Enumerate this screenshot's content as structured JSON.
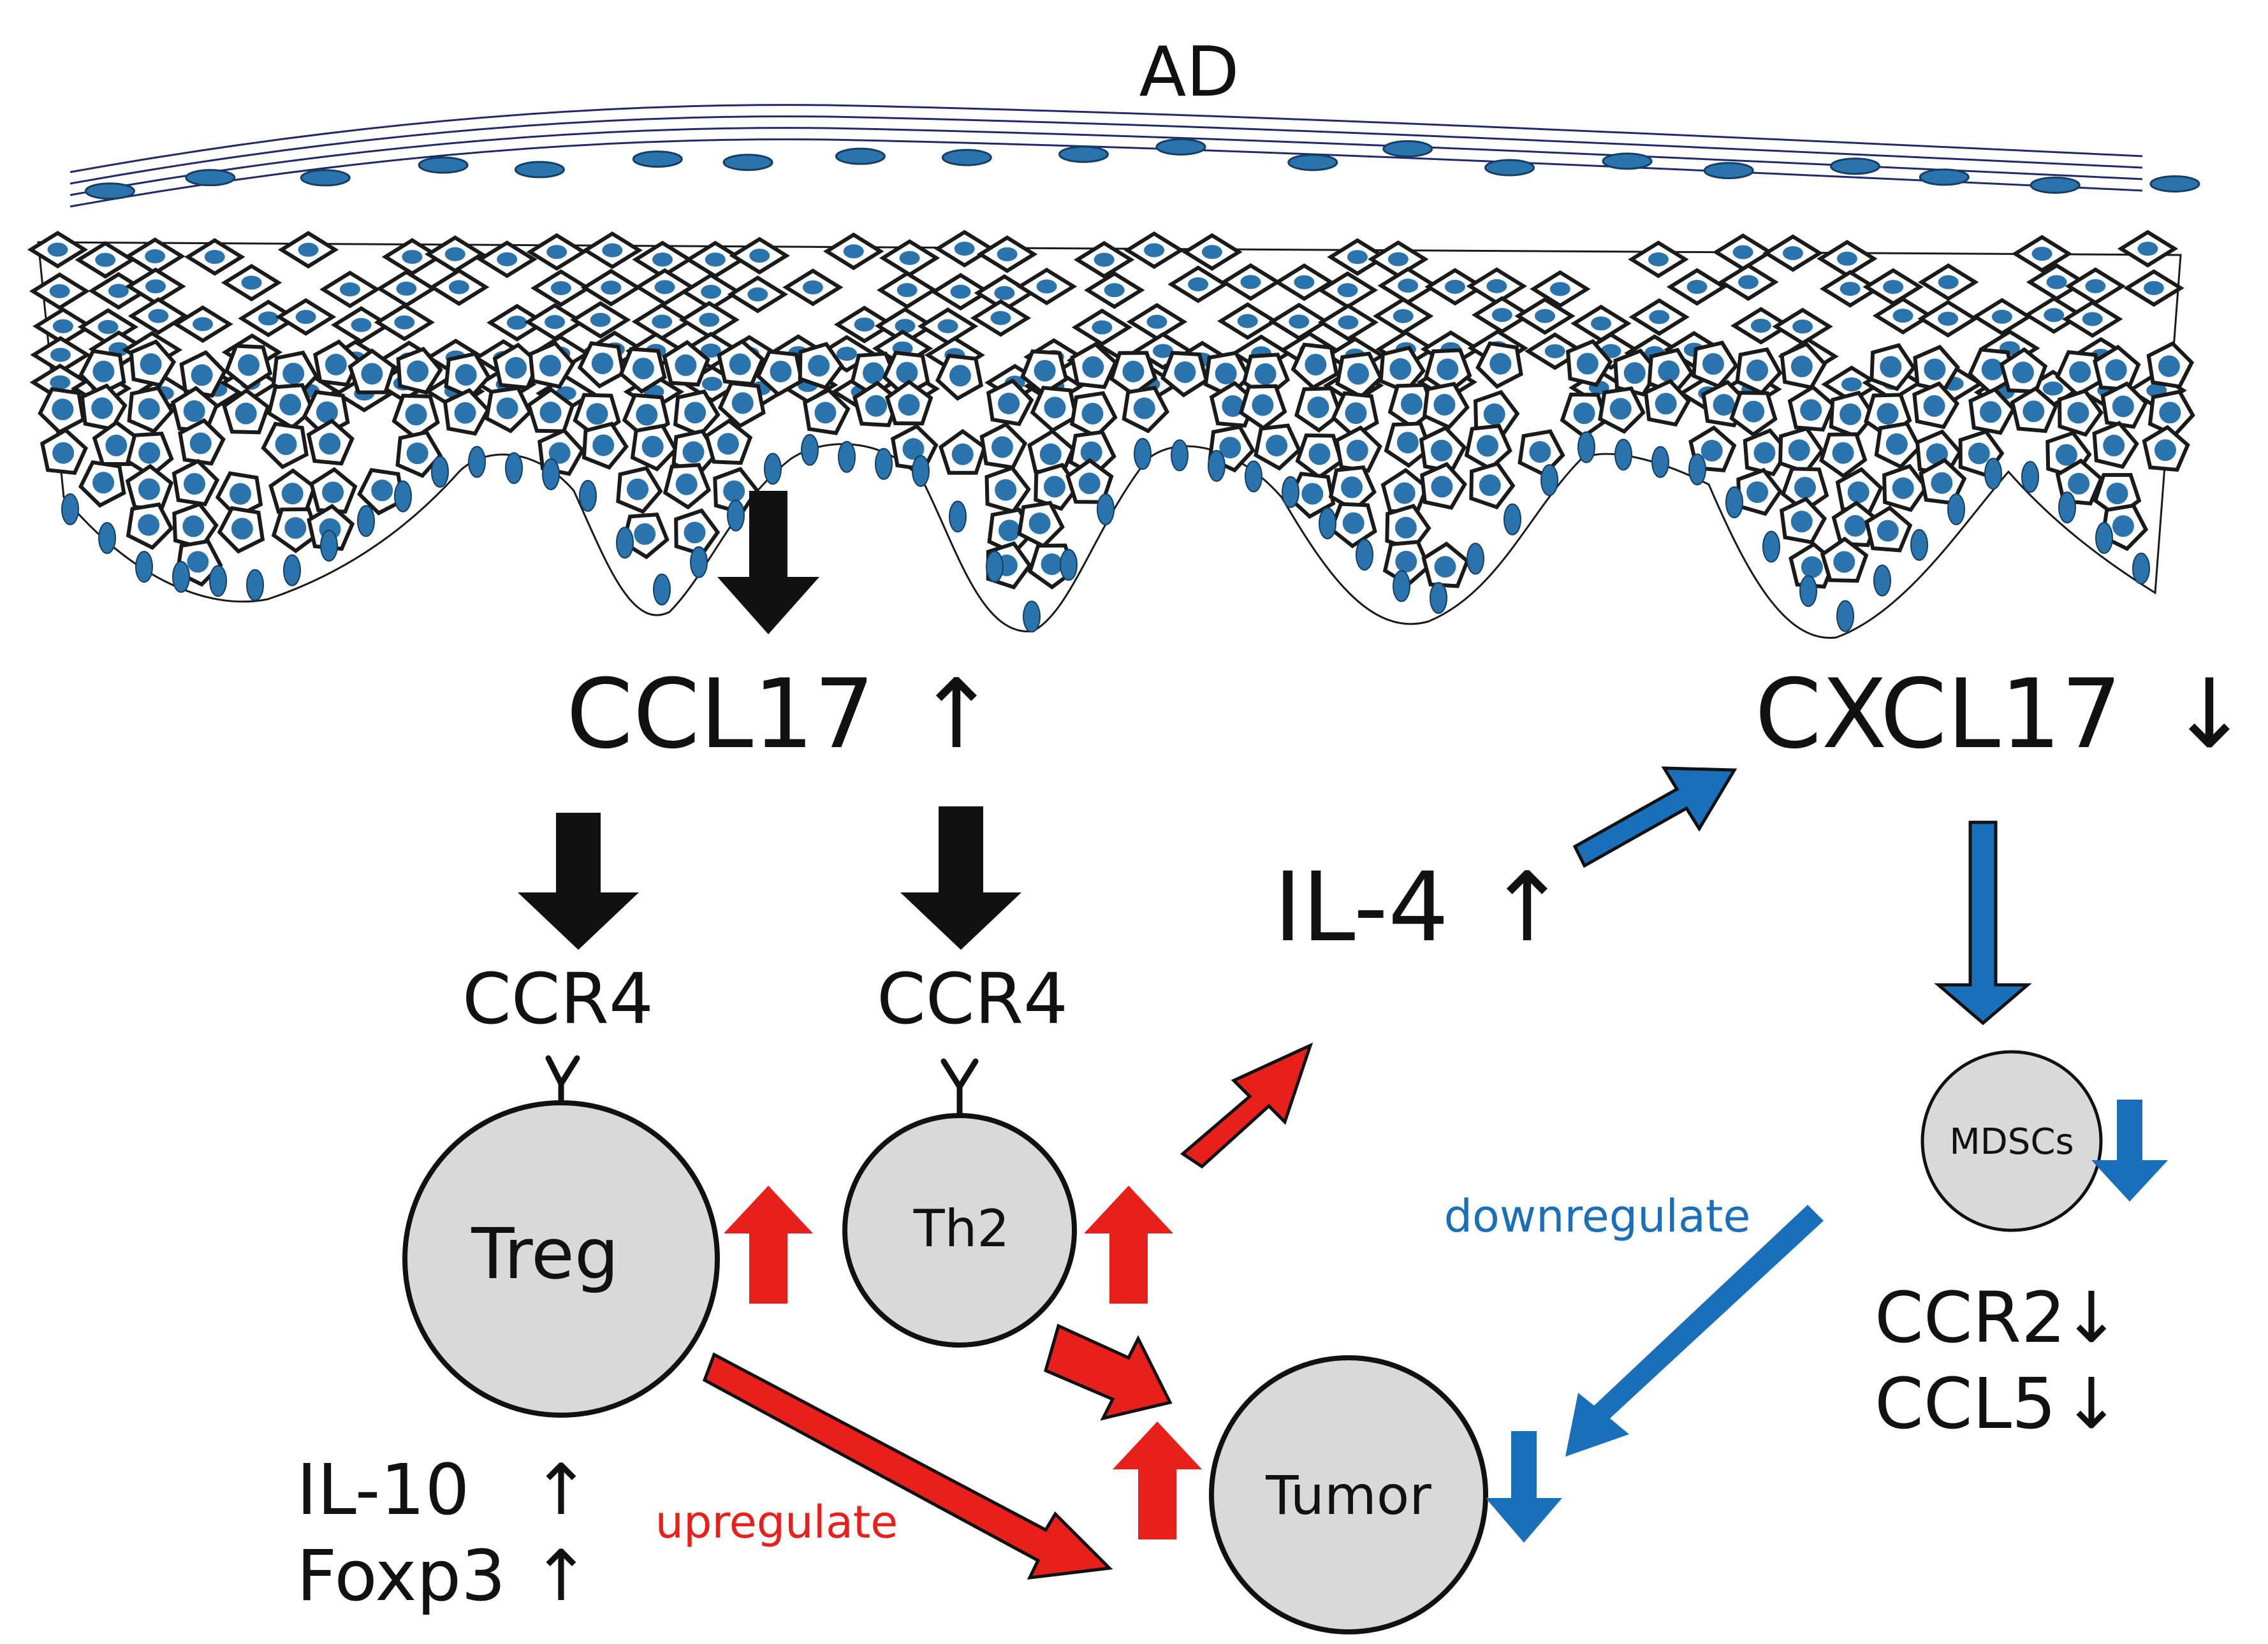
{
  "title": "AD",
  "colors": {
    "skin_line": "#1f2a6b",
    "nucleus": "#2a73ad",
    "cell_outline": "#1a1a1a",
    "black_arrow": "#111111",
    "red_arrow": "#e8201c",
    "blue_arrow": "#1a6fba",
    "cell_fill": "#d9d9d9",
    "label_red": "#e8201c",
    "label_blue": "#1a6fba"
  },
  "chemokines": {
    "ccl17": {
      "name": "CCL17",
      "arrow": "↑"
    },
    "cxcl17": {
      "name": "CXCL17",
      "arrow": "↓"
    },
    "il4": {
      "name": "IL-4",
      "arrow": "↑"
    }
  },
  "receptors": {
    "treg": "CCR4",
    "th2": "CCR4"
  },
  "cells": {
    "treg": "Treg",
    "th2": "Th2",
    "mdscs": "MDSCs",
    "tumor": "Tumor"
  },
  "treg_markers": [
    {
      "name": "IL-10",
      "arrow": "↑"
    },
    {
      "name": "Foxp3",
      "arrow": "↑"
    }
  ],
  "mdsc_markers": [
    {
      "name": "CCR2",
      "arrow": "↓"
    },
    {
      "name": "CCL5",
      "arrow": "↓"
    }
  ],
  "labels": {
    "upregulate": "upregulate",
    "downregulate": "downregulate"
  }
}
